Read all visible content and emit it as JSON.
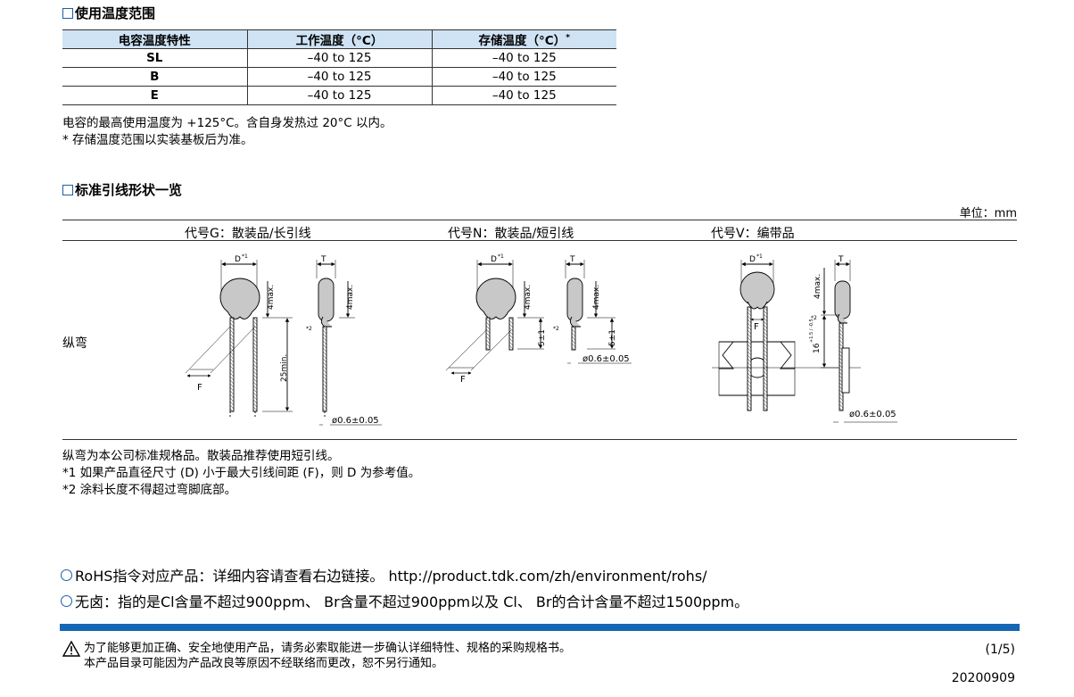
{
  "temp_section": {
    "title": "使用温度范围",
    "headers": [
      "电容温度特性",
      "工作温度（°C）",
      "存储温度（°C）"
    ],
    "storage_mark": "*",
    "rows": [
      {
        "grade": "SL",
        "op": "–40 to 125",
        "st": "–40 to 125"
      },
      {
        "grade": "B",
        "op": "–40 to 125",
        "st": "–40 to 125"
      },
      {
        "grade": "E",
        "op": "–40 to 125",
        "st": "–40 to 125"
      }
    ],
    "note1": "电容的最高使用温度为 +125°C。含自身发热过 20°C 以内。",
    "note2": "* 存储温度范围以实装基板后为准。"
  },
  "lead_section": {
    "title": "标准引线形状一览",
    "unit": "单位：mm",
    "codes": [
      "代号G：散装品/长引线",
      "代号N：散装品/短引线",
      "代号V：编带品"
    ],
    "row_label": "纵弯",
    "dims": {
      "D": "D",
      "D_mark": "*1",
      "T": "T",
      "F": "F",
      "max4": "4max.",
      "min25": "25min.",
      "five": "5±1",
      "sixteen": "16",
      "sixteen_tol": "+1.5 / -0.5",
      "dia": "ø0.6±0.05",
      "mark2": "*2"
    },
    "notes": [
      "纵弯为本公司标准规格品。散装品推荐使用短引线。",
      "*1 如果产品直径尺寸 (D) 小于最大引线间距 (F)，则 D 为参考值。",
      "*2 涂料长度不得超过弯脚底部。"
    ]
  },
  "compliance": {
    "rohs": "RoHS指令对应产品：详细内容请查看右边链接。 http://product.tdk.com/zh/environment/rohs/",
    "halogen": "无卤：指的是Cl含量不超过900ppm、 Br含量不超过900ppm以及 Cl、 Br的合计含量不超过1500ppm。"
  },
  "footer": {
    "warn1": "为了能够更加正确、安全地使用产品，请务必索取能进一步确认详细特性、规格的采购规格书。",
    "warn2": "本产品目录可能因为产品改良等原因不经联络而更改，恕不另行通知。",
    "page": "(1/5)",
    "date": "20200909"
  },
  "colors": {
    "accent": "#1467b5",
    "header_bg": "#cfe3f4"
  }
}
